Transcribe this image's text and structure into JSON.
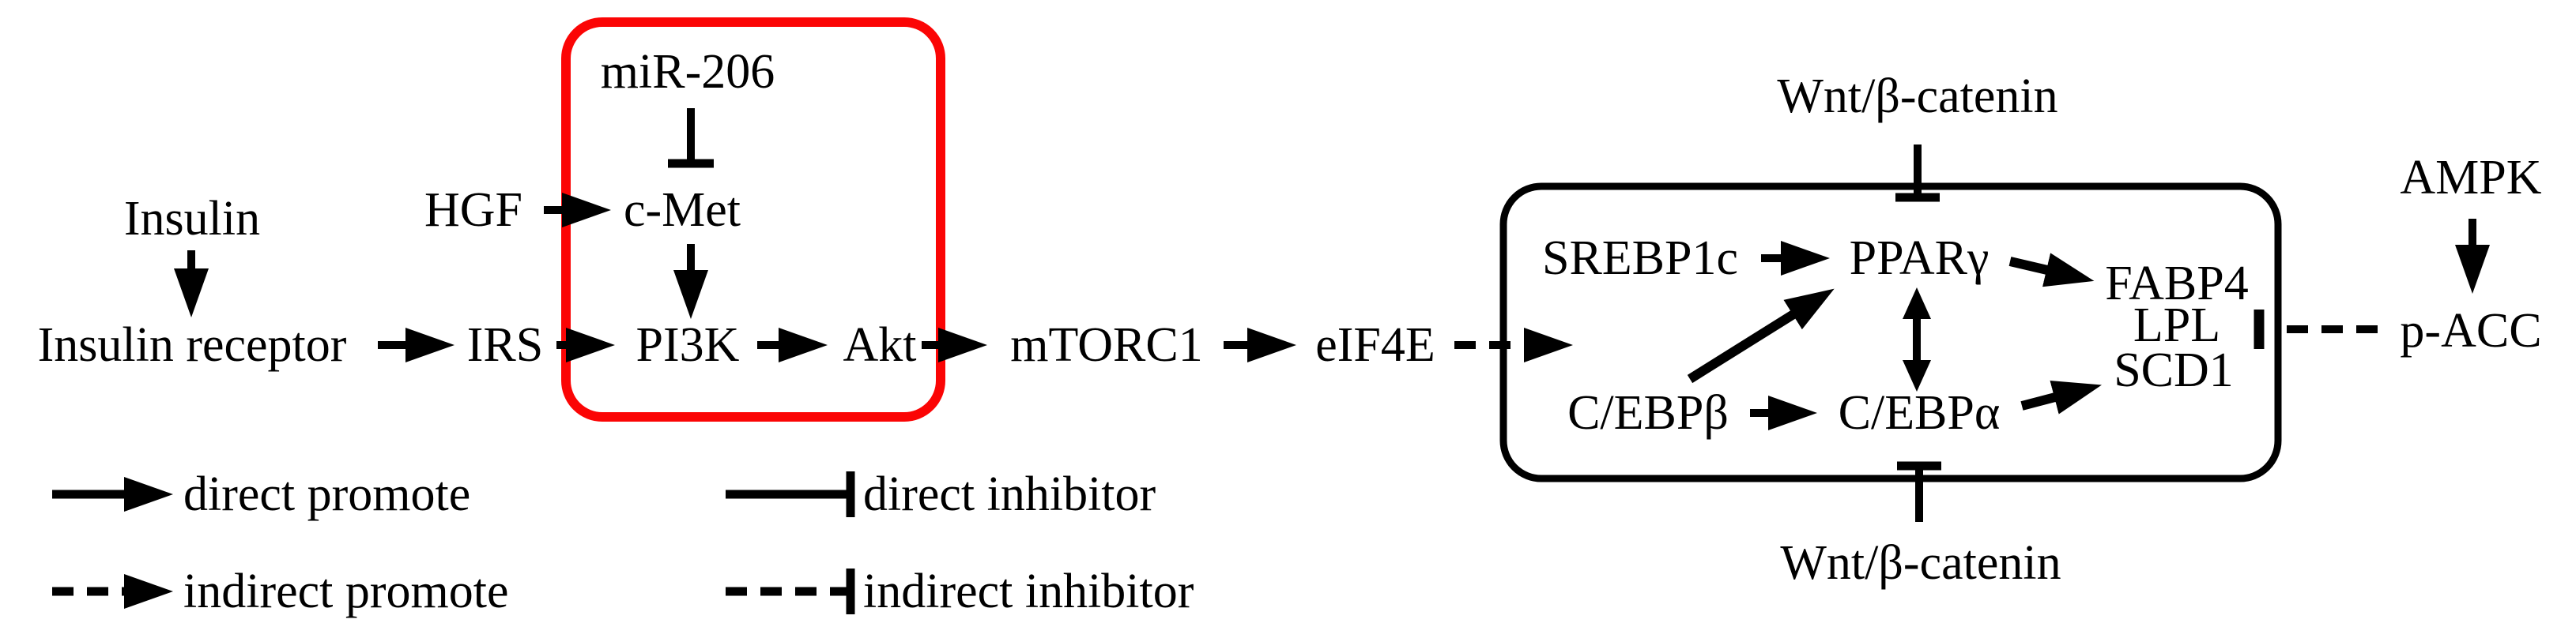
{
  "colors": {
    "ink": "#000000",
    "highlight_box": "#fb0505",
    "background": "#ffffff"
  },
  "pathway": {
    "insulin": "Insulin",
    "insulin_receptor": "Insulin receptor",
    "irs": "IRS",
    "hgf": "HGF",
    "mir206": "miR-206",
    "cmet": "c-Met",
    "pi3k": "PI3K",
    "akt": "Akt",
    "mtorc1": "mTORC1",
    "eif4e": "eIF4E",
    "srebp1c": "SREBP1c",
    "pparg": "PPARγ",
    "cebpb": "C/EBPβ",
    "cebpa": "C/EBPα",
    "fabp4": "FABP4",
    "lpl": "LPL",
    "scd1": "SCD1",
    "wnt_top": "Wnt/β-catenin",
    "wnt_bottom": "Wnt/β-catenin",
    "ampk": "AMPK",
    "pacc": "p-ACC"
  },
  "legend": {
    "direct_promote": "direct promote",
    "direct_inhibitor": "direct inhibitor",
    "indirect_promote": "indirect promote",
    "indirect_inhibitor": "indirect inhibitor"
  }
}
